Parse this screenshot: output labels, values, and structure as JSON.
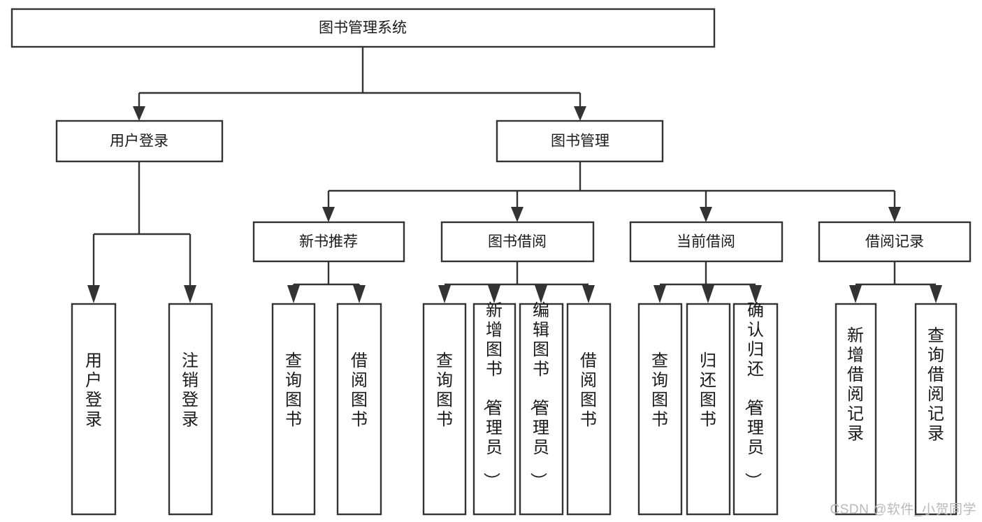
{
  "diagram": {
    "type": "hierarchy-tree",
    "title": "图书管理系统",
    "root": {
      "label": "图书管理系统",
      "children": [
        {
          "label": "用户登录",
          "children": [
            {
              "label": "用户登录"
            },
            {
              "label": "注销登录"
            }
          ]
        },
        {
          "label": "图书管理",
          "children": [
            {
              "label": "新书推荐",
              "children": [
                {
                  "label": "查询图书"
                },
                {
                  "label": "借阅图书"
                }
              ]
            },
            {
              "label": "图书借阅",
              "children": [
                {
                  "label": "查询图书"
                },
                {
                  "label": "新增图书（管理员）"
                },
                {
                  "label": "编辑图书（管理员）"
                },
                {
                  "label": "借阅图书"
                }
              ]
            },
            {
              "label": "当前借阅",
              "children": [
                {
                  "label": "查询图书"
                },
                {
                  "label": "归还图书"
                },
                {
                  "label": "确认归还（管理员）"
                }
              ]
            },
            {
              "label": "借阅记录",
              "children": [
                {
                  "label": "新增借阅记录"
                },
                {
                  "label": "查询借阅记录"
                }
              ]
            }
          ]
        }
      ]
    }
  },
  "nodes": {
    "root": "图书管理系统",
    "l2": {
      "user_login": "用户登录",
      "book_mgmt": "图书管理"
    },
    "l3": {
      "new_book_rec": "新书推荐",
      "book_borrow": "图书借阅",
      "current_borrow": "当前借阅",
      "borrow_record": "借阅记录"
    },
    "leaves": {
      "user_login_1": "用户登录",
      "user_login_2": "注销登录",
      "rec_1": "查询图书",
      "rec_2": "借阅图书",
      "borrow_1": "查询图书",
      "borrow_2": "新增图书（管理员）",
      "borrow_3": "编辑图书（管理员）",
      "borrow_4": "借阅图书",
      "cur_1": "查询图书",
      "cur_2": "归还图书",
      "cur_3": "确认归还（管理员）",
      "rec2_1": "新增借阅记录",
      "rec2_2": "查询借阅记录"
    }
  },
  "watermark": {
    "text": "CSDN @软件_小贺同学"
  },
  "colors": {
    "stroke": "#333333",
    "fill": "#ffffff",
    "text": "#1a1a1a",
    "watermark": "#b9b9b9"
  }
}
